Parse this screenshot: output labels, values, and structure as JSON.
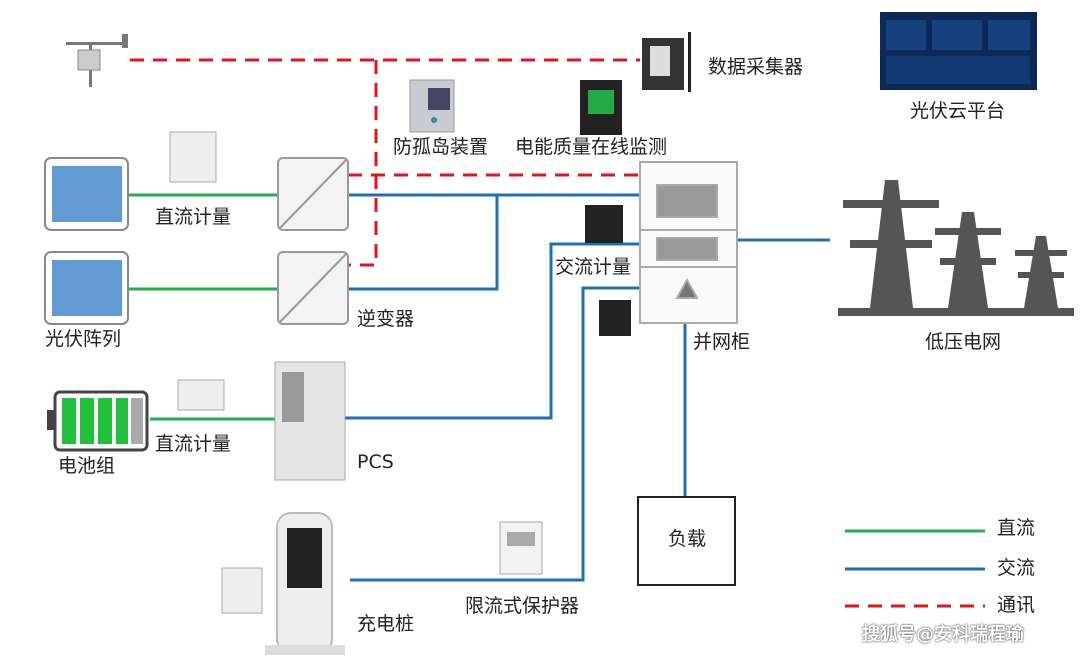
{
  "labels": {
    "data_collector": "数据采集器",
    "cloud_platform": "光伏云平台",
    "anti_islanding": "防孤岛装置",
    "power_quality": "电能质量在线监测",
    "dc_meter_pv": "直流计量",
    "ac_meter": "交流计量",
    "inverter": "逆变器",
    "pv_array": "光伏阵列",
    "grid_cabinet": "并网柜",
    "low_voltage_grid": "低压电网",
    "battery": "电池组",
    "dc_meter_battery": "直流计量",
    "pcs": "PCS",
    "load": "负载",
    "charger": "充电桩",
    "current_limiter": "限流式保护器"
  },
  "legend": [
    {
      "label": "直流",
      "color": "#22b04b",
      "style": "solid"
    },
    {
      "label": "交流",
      "color": "#1f6fb5",
      "style": "solid"
    },
    {
      "label": "通讯",
      "color": "#e0141e",
      "style": "dashed"
    }
  ],
  "watermark": "搜狐号@安科瑞程瑜"
}
